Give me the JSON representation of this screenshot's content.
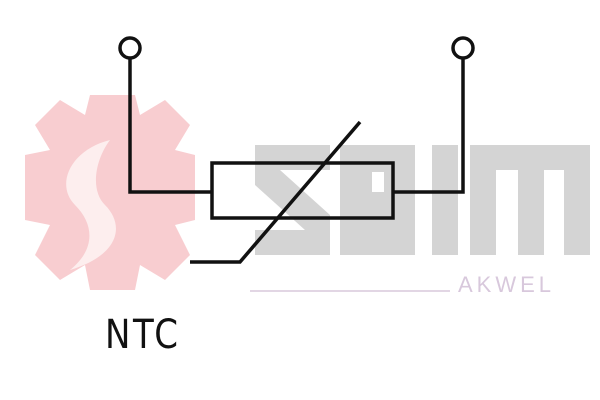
{
  "diagram": {
    "component_label": "NTC",
    "watermark": {
      "brand": "seim",
      "sub_brand": "AKWEL"
    },
    "colors": {
      "stroke": "#111111",
      "gear": "#f7c9cc",
      "letters": "#d2d2d2"
    }
  }
}
